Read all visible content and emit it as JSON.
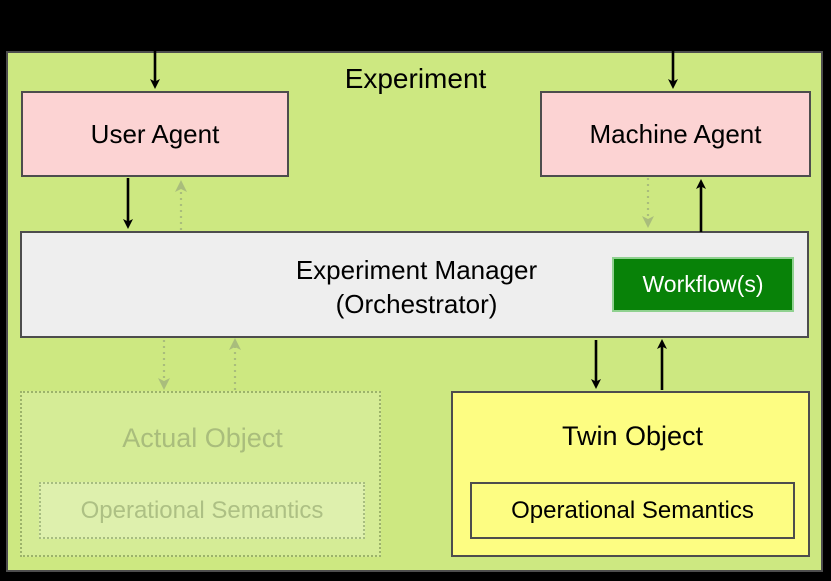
{
  "diagram": {
    "title": "Experiment",
    "background_color": "#000000",
    "panel_color": "#cde881",
    "panel_border_color": "#4d4d4d",
    "nodes": {
      "user_agent": {
        "label": "User Agent",
        "fill": "#fcd3d3",
        "stroke": "#4d4d4d"
      },
      "machine_agent": {
        "label": "Machine Agent",
        "fill": "#fcd3d3",
        "stroke": "#4d4d4d"
      },
      "experiment_manager": {
        "label_line1": "Experiment Manager",
        "label_line2": "(Orchestrator)",
        "fill": "#eeeeee",
        "stroke": "#4d4d4d"
      },
      "workflows": {
        "label": "Workflow(s)",
        "fill": "#088208",
        "text_color": "#ffffff"
      },
      "actual_object": {
        "label": "Actual Object",
        "semantics_label": "Operational Semantics",
        "stroke": "#9cb36a",
        "text_color": "#a9bd7c",
        "style": "dotted-faded"
      },
      "twin_object": {
        "label": "Twin Object",
        "semantics_label": "Operational Semantics",
        "fill": "#fdfd82",
        "stroke": "#4d4d4d",
        "text_color": "#000000"
      }
    },
    "edges": [
      {
        "name": "external-to-user-agent",
        "style": "solid",
        "color": "#000000",
        "direction": "down"
      },
      {
        "name": "external-to-machine-agent",
        "style": "solid",
        "color": "#000000",
        "direction": "down"
      },
      {
        "name": "user-agent-to-manager",
        "style": "solid",
        "color": "#000000",
        "direction": "down"
      },
      {
        "name": "manager-to-user-agent",
        "style": "dotted",
        "color": "#a9bd7c",
        "direction": "up"
      },
      {
        "name": "machine-agent-to-manager",
        "style": "dotted",
        "color": "#a9bd7c",
        "direction": "down"
      },
      {
        "name": "manager-to-machine-agent",
        "style": "solid",
        "color": "#000000",
        "direction": "up"
      },
      {
        "name": "manager-to-actual-object",
        "style": "dotted",
        "color": "#a9bd7c",
        "direction": "down"
      },
      {
        "name": "actual-object-to-manager",
        "style": "dotted",
        "color": "#a9bd7c",
        "direction": "up"
      },
      {
        "name": "manager-to-twin-object",
        "style": "solid",
        "color": "#000000",
        "direction": "down"
      },
      {
        "name": "twin-object-to-manager",
        "style": "solid",
        "color": "#000000",
        "direction": "up"
      }
    ]
  }
}
